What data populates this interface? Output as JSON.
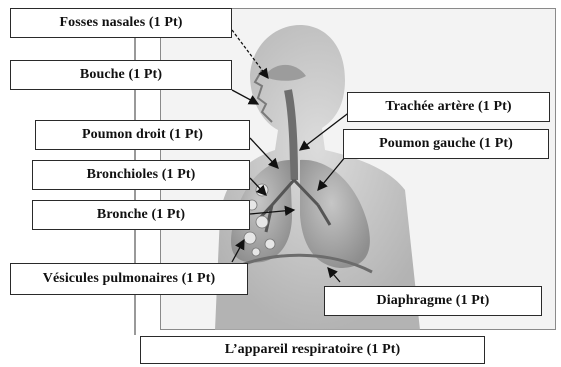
{
  "diagram": {
    "labels": {
      "fosses_nasales": "Fosses nasales (1 Pt)",
      "bouche": "Bouche (1 Pt)",
      "trachee_artere": "Trachée artère (1 Pt)",
      "poumon_droit": "Poumon droit (1 Pt)",
      "poumon_gauche": "Poumon gauche (1 Pt)",
      "bronchioles": "Bronchioles (1 Pt)",
      "bronche": "Bronche (1 Pt)",
      "vesicules_pulmonaires": "Vésicules pulmonaires (1 Pt)",
      "diaphragme": "Diaphragme (1 Pt)",
      "titre": "L’appareil respiratoire (1 Pt)"
    },
    "colors": {
      "box_border": "#2a2a2a",
      "text": "#111111",
      "figure_shading": "#b8b8b8",
      "arrow": "#111111"
    }
  }
}
